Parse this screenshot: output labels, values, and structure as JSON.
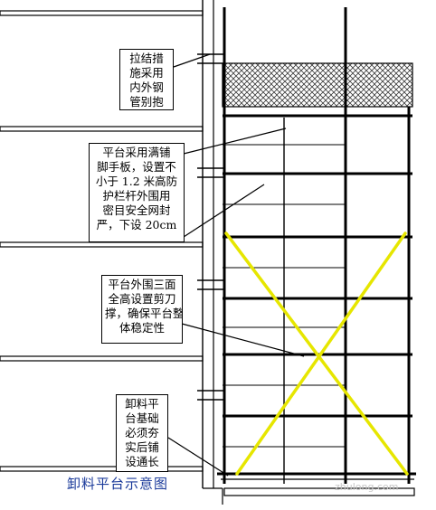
{
  "callouts": {
    "tie": [
      "拉结措",
      "施采用",
      "内外钢",
      "管别抱"
    ],
    "board": [
      "平台采用满铺",
      "脚手板，设置不",
      "小于 1.2 米高防",
      "护栏杆外围用",
      "密目安全网封",
      "严，下设 20cm"
    ],
    "brace": [
      "平台外围三面",
      "全高设置剪刀",
      "撑，确保平台整",
      "体稳定性"
    ],
    "base": [
      "卸料平",
      "台基础",
      "必须夯",
      "实后铺",
      "设通长"
    ]
  },
  "caption": "卸料平台示意图",
  "watermark": "zhulong.com",
  "colors": {
    "line": "#000000",
    "brace": "#e6e600",
    "caption": "#1a3a9a"
  }
}
